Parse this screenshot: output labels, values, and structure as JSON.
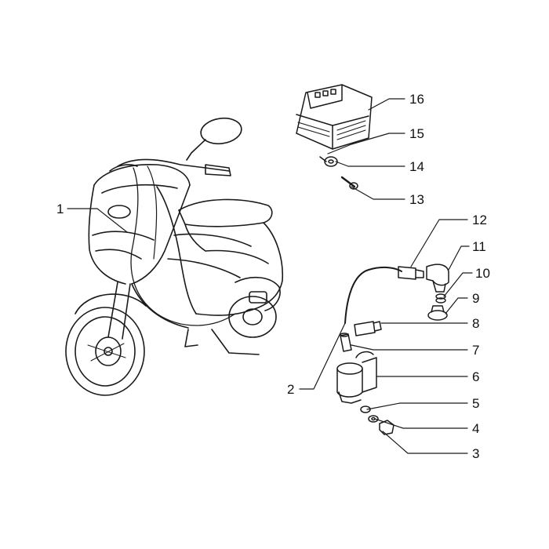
{
  "diagram": {
    "callouts": [
      {
        "id": "c1",
        "number": "1"
      },
      {
        "id": "c2",
        "number": "2"
      },
      {
        "id": "c3",
        "number": "3"
      },
      {
        "id": "c4",
        "number": "4"
      },
      {
        "id": "c5",
        "number": "5"
      },
      {
        "id": "c6",
        "number": "6"
      },
      {
        "id": "c7",
        "number": "7"
      },
      {
        "id": "c8",
        "number": "8"
      },
      {
        "id": "c9",
        "number": "9"
      },
      {
        "id": "c10",
        "number": "10"
      },
      {
        "id": "c11",
        "number": "11"
      },
      {
        "id": "c12",
        "number": "12"
      },
      {
        "id": "c13",
        "number": "13"
      },
      {
        "id": "c14",
        "number": "14"
      },
      {
        "id": "c15",
        "number": "15"
      },
      {
        "id": "c16",
        "number": "16"
      }
    ],
    "ink_color": "#1a1a1a",
    "background_color": "#ffffff"
  }
}
